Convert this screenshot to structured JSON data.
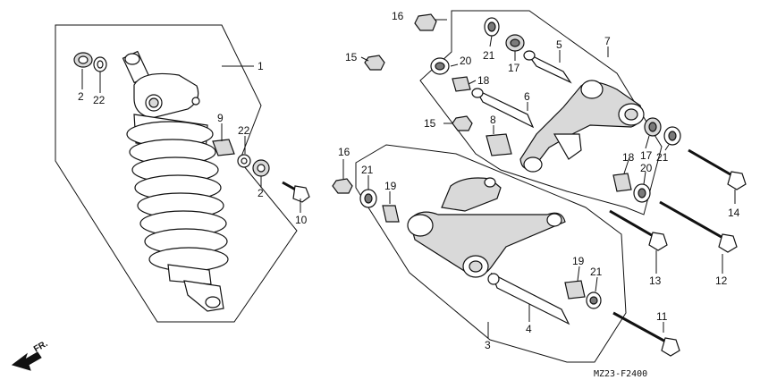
{
  "diagram": {
    "drawing_code": "MZ23-F2400",
    "direction_label": "FR.",
    "callouts": [
      {
        "id": "c1",
        "text": "1"
      },
      {
        "id": "c2a",
        "text": "2"
      },
      {
        "id": "c22a",
        "text": "22"
      },
      {
        "id": "c9",
        "text": "9"
      },
      {
        "id": "c22b",
        "text": "22"
      },
      {
        "id": "c2b",
        "text": "2"
      },
      {
        "id": "c10",
        "text": "10"
      },
      {
        "id": "c16a",
        "text": "16"
      },
      {
        "id": "c21a",
        "text": "21"
      },
      {
        "id": "c17a",
        "text": "17"
      },
      {
        "id": "c5",
        "text": "5"
      },
      {
        "id": "c7",
        "text": "7"
      },
      {
        "id": "c15a",
        "text": "15"
      },
      {
        "id": "c20a",
        "text": "20"
      },
      {
        "id": "c18a",
        "text": "18"
      },
      {
        "id": "c6",
        "text": "6"
      },
      {
        "id": "c15b",
        "text": "15"
      },
      {
        "id": "c8",
        "text": "8"
      },
      {
        "id": "c17b",
        "text": "17"
      },
      {
        "id": "c21b",
        "text": "21"
      },
      {
        "id": "c18b",
        "text": "18"
      },
      {
        "id": "c20b",
        "text": "20"
      },
      {
        "id": "c14",
        "text": "14"
      },
      {
        "id": "c16b",
        "text": "16"
      },
      {
        "id": "c21c",
        "text": "21"
      },
      {
        "id": "c19a",
        "text": "19"
      },
      {
        "id": "c13",
        "text": "13"
      },
      {
        "id": "c12",
        "text": "12"
      },
      {
        "id": "c19b",
        "text": "19"
      },
      {
        "id": "c21d",
        "text": "21"
      },
      {
        "id": "c3",
        "text": "3"
      },
      {
        "id": "c4",
        "text": "4"
      },
      {
        "id": "c11",
        "text": "11"
      }
    ]
  }
}
